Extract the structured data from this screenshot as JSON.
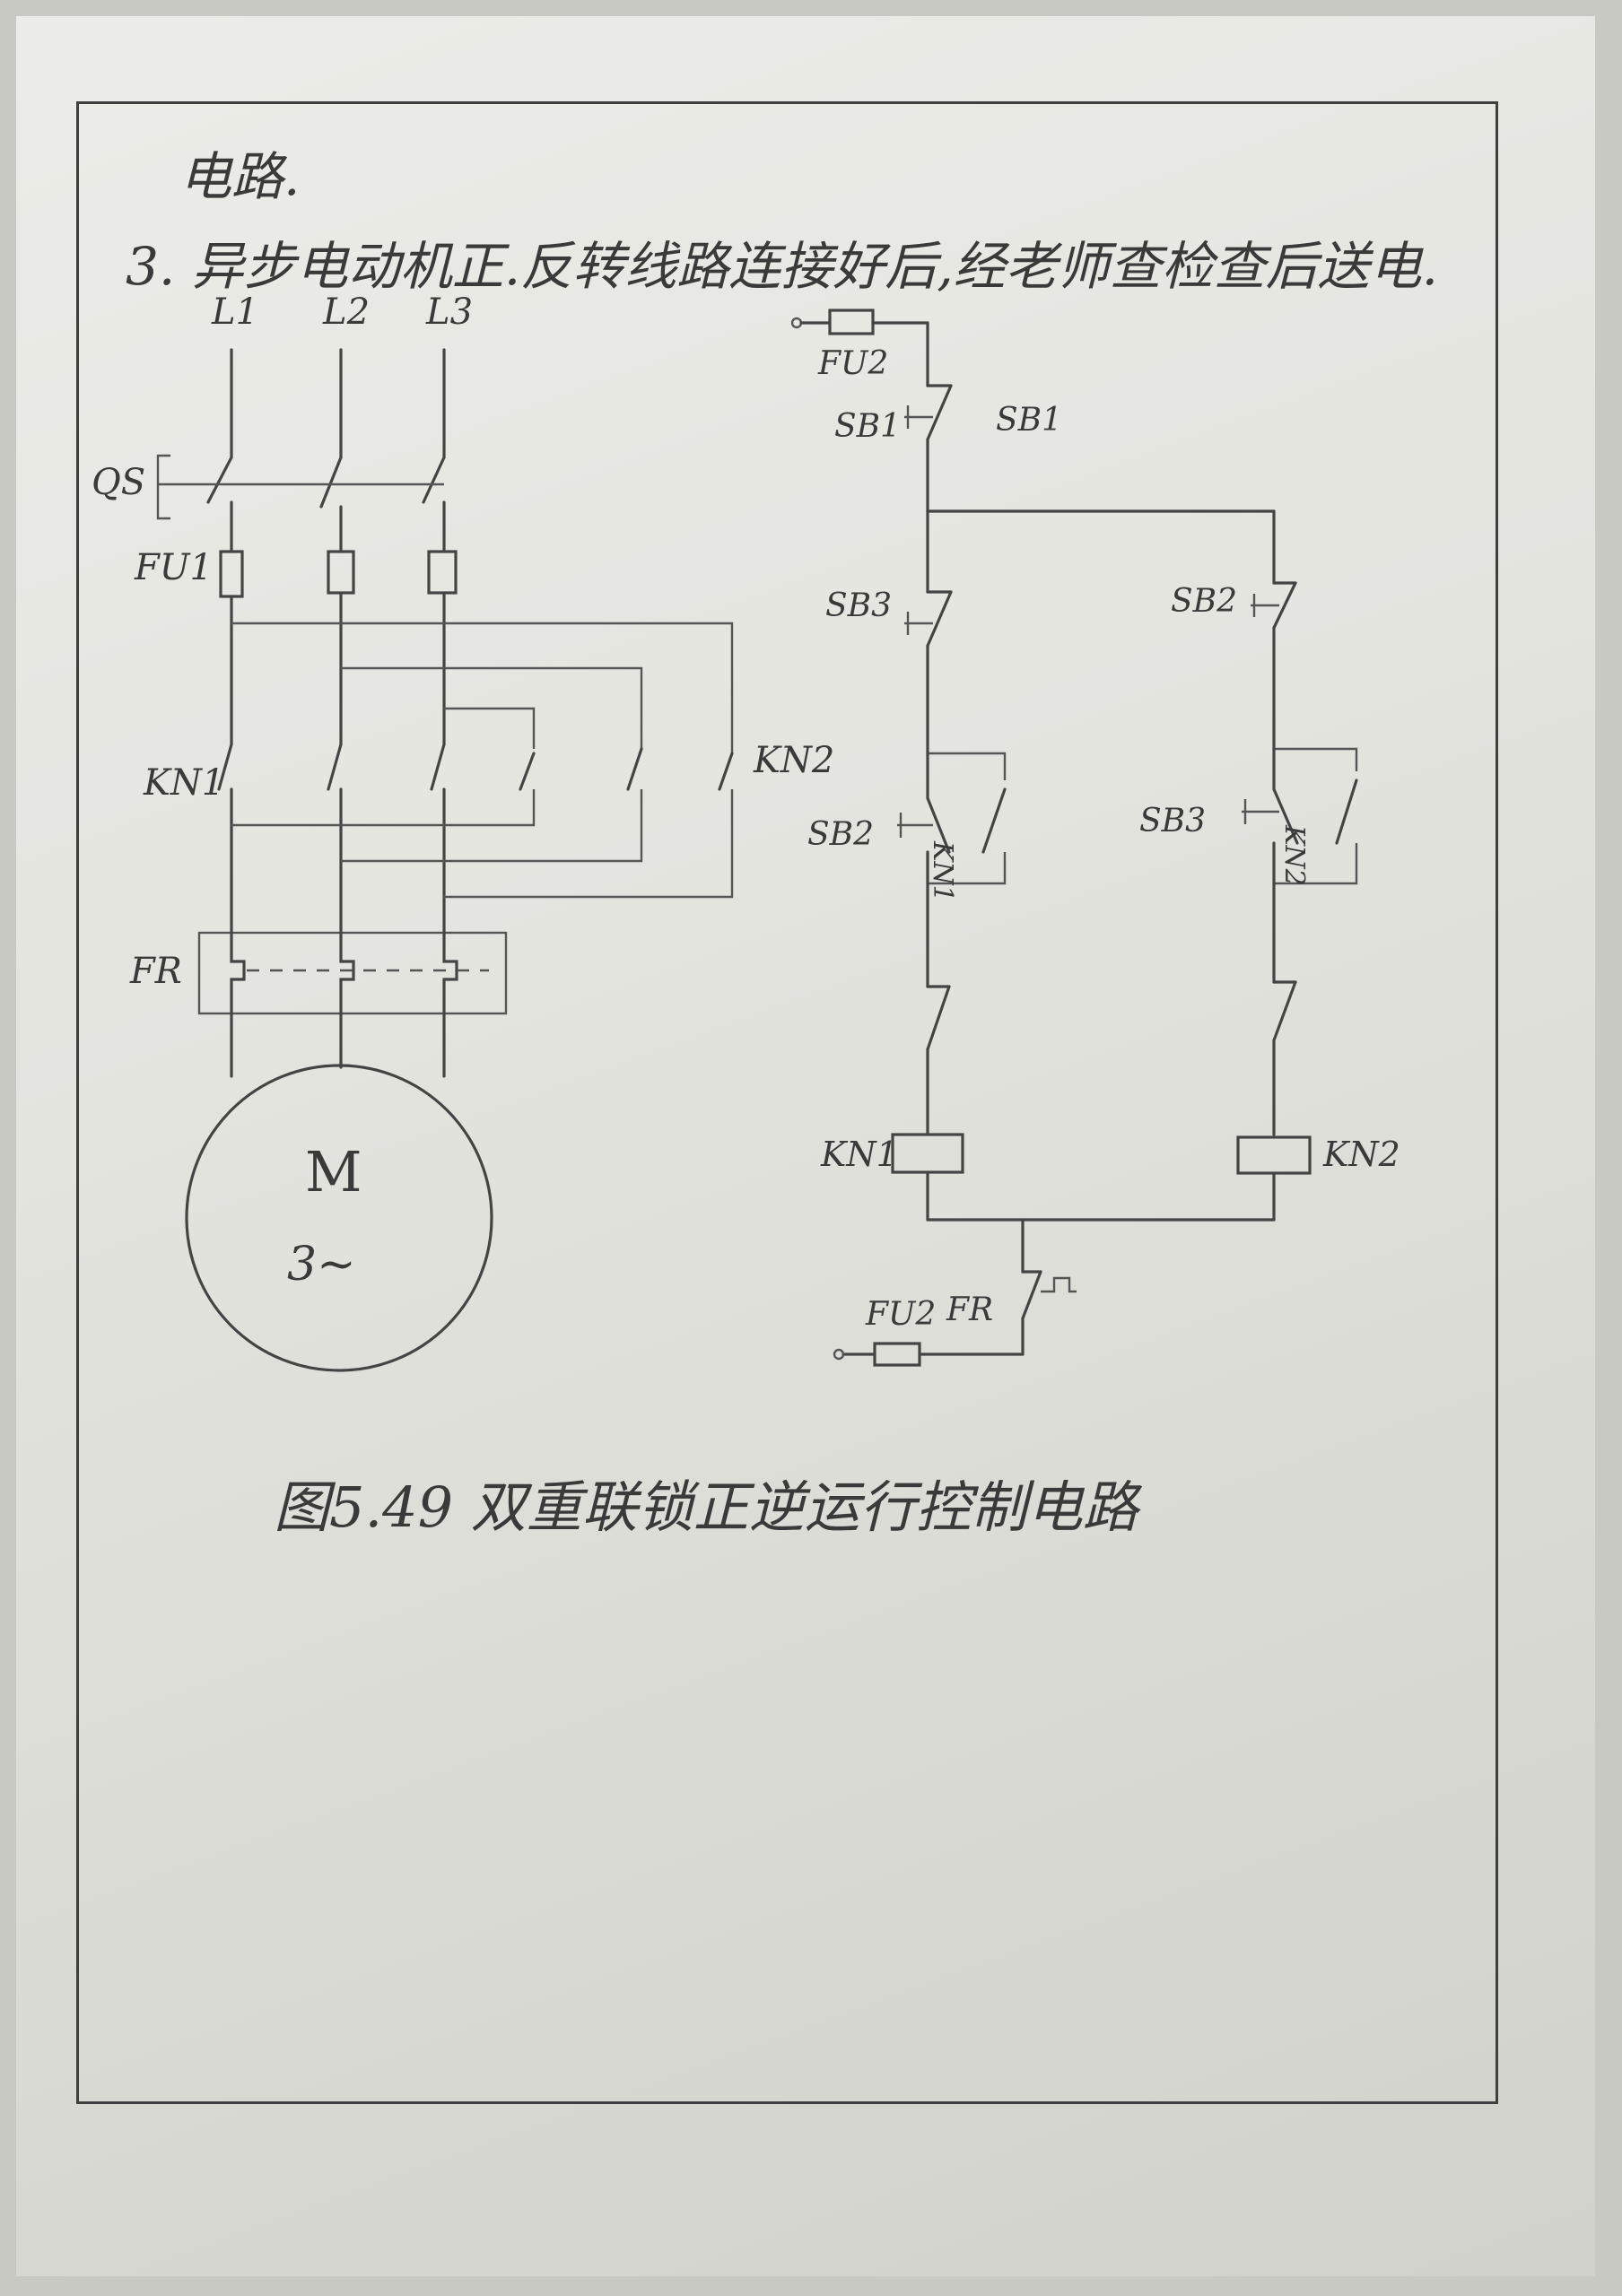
{
  "page": {
    "heading": "电路.",
    "instruction": "3. 异步电动机正.反转线路连接好后,经老师查检查后送电.",
    "caption": "图5.49 双重联锁正逆运行控制电路"
  },
  "power_circuit": {
    "phases": [
      "L1",
      "L2",
      "L3"
    ],
    "switch": "QS",
    "fuse": "FU1",
    "contactor_1": "KN1",
    "contactor_2": "KN2",
    "overload_relay": "FR",
    "motor_symbol": "M",
    "motor_phase": "3~"
  },
  "control_circuit": {
    "fuse_top": "FU2",
    "stop_button": "SB1",
    "stop_button_alt": "SB1",
    "button_sb3_left": "SB3",
    "button_sb2_right": "SB2",
    "button_sb2_left": "SB2",
    "button_sb3_right": "SB3",
    "aux_contact_left": "KN1",
    "aux_contact_right": "KN2",
    "coil_left": "KN1",
    "coil_right": "KN2",
    "fuse_bottom": "FU2",
    "overload_contact": "FR"
  }
}
